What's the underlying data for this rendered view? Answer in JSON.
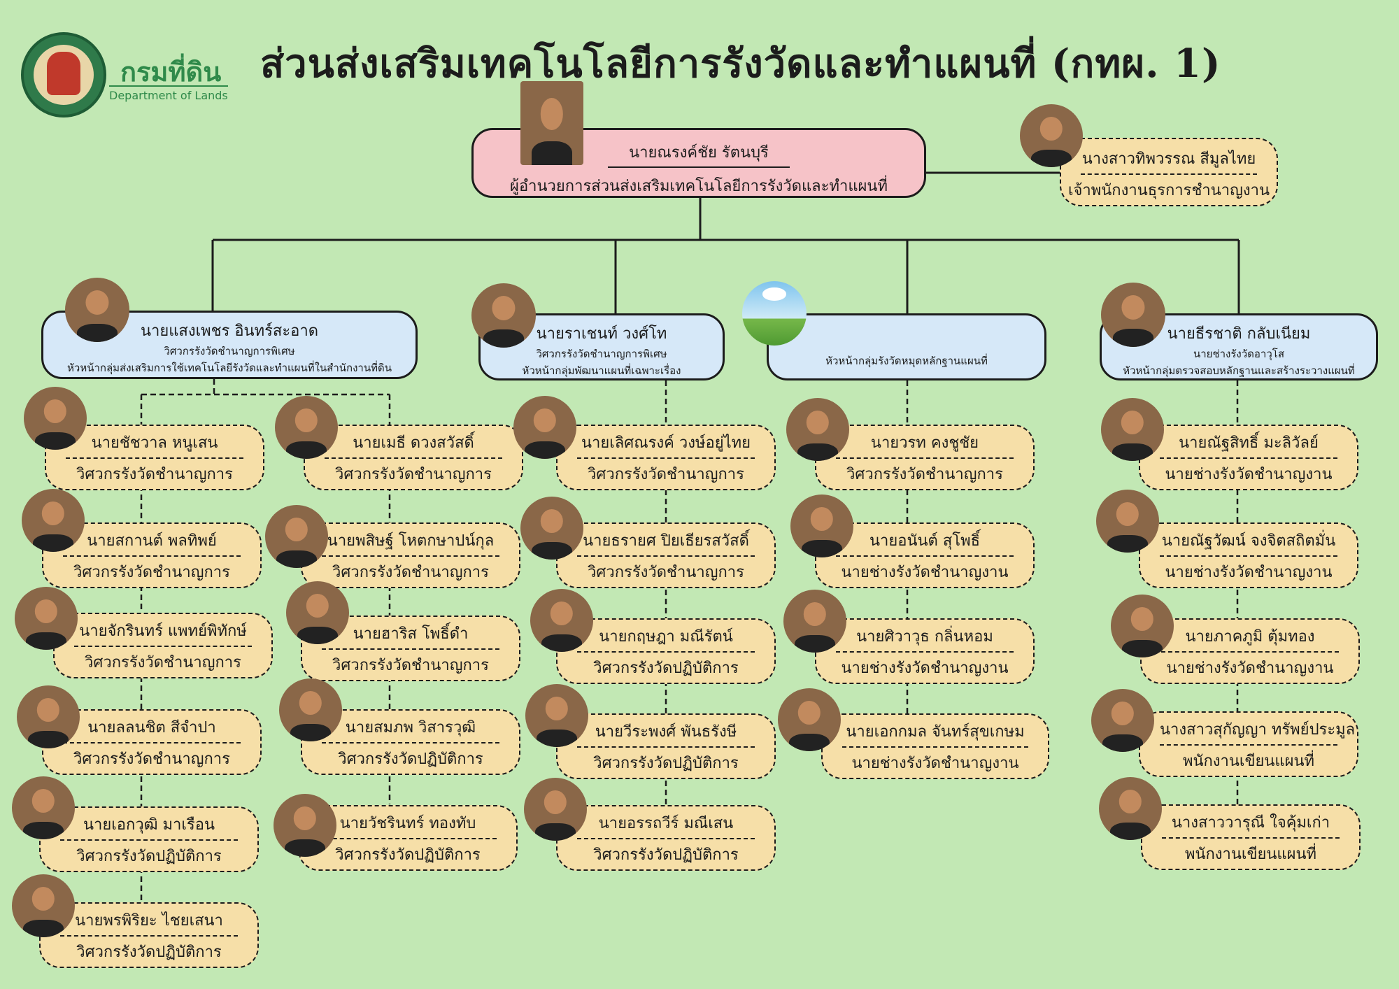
{
  "header": {
    "title": "ส่วนส่งเสริมเทคโนโลยีการรังวัดและทำแผนที่ (กทผ. 1)",
    "dept_th": "กรมที่ดิน",
    "dept_en": "Department of Lands"
  },
  "director": {
    "name": "นายณรงค์ชัย รัตนบุรี",
    "position": "ผู้อำนวยการส่วนส่งเสริมเทคโนโลยีการรังวัดและทำแผนที่"
  },
  "secretary": {
    "name": "นางสาวทิพวรรณ สีมูลไทย",
    "position": "เจ้าพนักงานธุรการชำนาญงาน"
  },
  "groups": [
    {
      "name": "นายแสงเพชร อินทร์สะอาด",
      "position": "วิศวกรรังวัดชำนาญการพิเศษ",
      "role": "หัวหน้ากลุ่มส่งเสริมการใช้เทคโนโลยีรังวัดและทำแผนที่ในสำนักงานที่ดิน"
    },
    {
      "name": "นายราเชนท์ วงศ์โท",
      "position": "วิศวกรรังวัดชำนาญการพิเศษ",
      "role": "หัวหน้ากลุ่มพัฒนาแผนที่เฉพาะเรื่อง"
    },
    {
      "name": "",
      "position": "",
      "role": "หัวหน้ากลุ่มรังวัดหมุดหลักฐานแผนที่"
    },
    {
      "name": "นายธีรชาติ กลับเนียม",
      "position": "นายช่างรังวัดอาวุโส",
      "role": "หัวหน้ากลุ่มตรวจสอบหลักฐานและสร้างระวางแผนที่"
    }
  ],
  "staff_1a": [
    {
      "name": "นายชัชวาล หนูเสน",
      "position": "วิศวกรรังวัดชำนาญการ"
    },
    {
      "name": "นายสกานต์ พลทิพย์",
      "position": "วิศวกรรังวัดชำนาญการ"
    },
    {
      "name": "นายจักรินทร์ แพทย์พิทักษ์",
      "position": "วิศวกรรังวัดชำนาญการ"
    },
    {
      "name": "นายลลนชิต สีจำปา",
      "position": "วิศวกรรังวัดชำนาญการ"
    },
    {
      "name": "นายเอกวุฒิ มาเรือน",
      "position": "วิศวกรรังวัดปฏิบัติการ"
    },
    {
      "name": "นายพรพิริยะ ไชยเสนา",
      "position": "วิศวกรรังวัดปฏิบัติการ"
    }
  ],
  "staff_1b": [
    {
      "name": "นายเมธี ดวงสวัสดิ์",
      "position": "วิศวกรรังวัดชำนาญการ"
    },
    {
      "name": "นายพสิษฐ์ โหตกษาปน์กุล",
      "position": "วิศวกรรังวัดชำนาญการ"
    },
    {
      "name": "นายฮาริส โพธิ์ดำ",
      "position": "วิศวกรรังวัดชำนาญการ"
    },
    {
      "name": "นายสมภพ วิสารวุฒิ",
      "position": "วิศวกรรังวัดปฏิบัติการ"
    },
    {
      "name": "นายวัชรินทร์ ทองทับ",
      "position": "วิศวกรรังวัดปฏิบัติการ"
    }
  ],
  "staff_2": [
    {
      "name": "นายเลิศณรงค์ วงษ์อยู่ไทย",
      "position": "วิศวกรรังวัดชำนาญการ"
    },
    {
      "name": "นายธรายศ ปิยเธียรสวัสดิ์",
      "position": "วิศวกรรังวัดชำนาญการ"
    },
    {
      "name": "นายกฤษฎา มณีรัตน์",
      "position": "วิศวกรรังวัดปฏิบัติการ"
    },
    {
      "name": "นายวีระพงศ์ พันธรังษี",
      "position": "วิศวกรรังวัดปฏิบัติการ"
    },
    {
      "name": "นายอรรถวีร์ มณีเสน",
      "position": "วิศวกรรังวัดปฏิบัติการ"
    }
  ],
  "staff_3": [
    {
      "name": "นายวรท คงชูชัย",
      "position": "วิศวกรรังวัดชำนาญการ"
    },
    {
      "name": "นายอนันต์ สุโพธิ์",
      "position": "นายช่างรังวัดชำนาญงาน"
    },
    {
      "name": "นายศิวาวุธ กลิ่นหอม",
      "position": "นายช่างรังวัดชำนาญงาน"
    },
    {
      "name": "นายเอกกมล จันทร์สุขเกษม",
      "position": "นายช่างรังวัดชำนาญงาน"
    }
  ],
  "staff_4": [
    {
      "name": "นายณัฐสิทธิ์ มะลิวัลย์",
      "position": "นายช่างรังวัดชำนาญงาน"
    },
    {
      "name": "นายณัฐวัฒน์ จงจิตสถิตมั่น",
      "position": "นายช่างรังวัดชำนาญงาน"
    },
    {
      "name": "นายภาคภูมิ ตุ้มทอง",
      "position": "นายช่างรังวัดชำนาญงาน"
    },
    {
      "name": "นางสาวสุกัญญา ทรัพย์ประมูล",
      "position": "พนักงานเขียนแผนที่"
    },
    {
      "name": "นางสาววารุณี ใจคุ้มเก่า",
      "position": "พนักงานเขียนแผนที่"
    }
  ]
}
